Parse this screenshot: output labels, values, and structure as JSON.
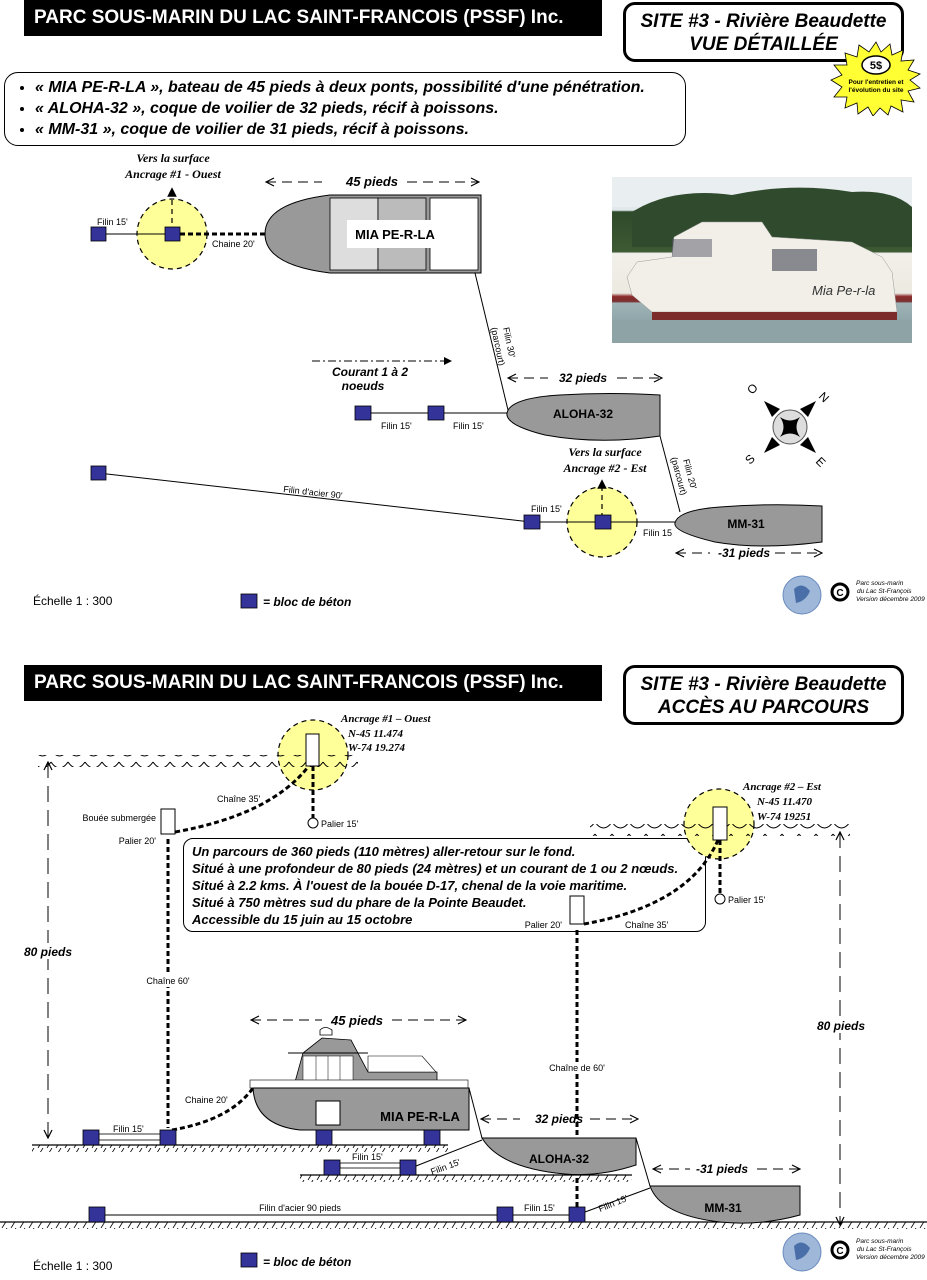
{
  "top": {
    "header_title": "PARC SOUS-MARIN DU LAC SAINT-FRANCOIS (PSSF) Inc.",
    "site_line1": "SITE #3 - Rivière Beaudette",
    "site_line2": "VUE DÉTAILLÉE",
    "badge": {
      "price": "5$",
      "line1": "Pour l'entretien et",
      "line2": "l'évolution du site",
      "color": "#ffff33"
    },
    "bullets": [
      "« MIA PE-R-LA », bateau de 45 pieds à deux ponts, possibilité d'une pénétration.",
      "« ALOHA-32 », coque de voilier de 32 pieds, récif à poissons.",
      "« MM-31 », coque de voilier de 31 pieds, récif à poissons."
    ],
    "anchor1": {
      "line1": "Vers la surface",
      "line2": "Ancrage #1 - Ouest"
    },
    "anchor2": {
      "line1": "Vers la surface",
      "line2": "Ancrage #2 - Est"
    },
    "labels": {
      "filin15_a": "Filin 15'",
      "chaine20": "Chaine 20'",
      "len45": "45 pieds",
      "mia": "MIA PE-R-LA",
      "filin30": "Filin 30'",
      "parcourt": "(parcourt)",
      "courant1": "Courant 1 à 2",
      "courant2": "noeuds",
      "len32": "32 pieds",
      "aloha": "ALOHA-32",
      "filin15_b": "Filin 15'",
      "filin15_c": "Filin 15'",
      "filin20": "Filin 20'",
      "parcourt2": "(parcourt)",
      "filin_acier": "Filin d'acier 90'",
      "filin15_d": "Filin 15'",
      "filin15_e": "Filin 15",
      "mm31": "MM-31",
      "len31": "-31 pieds"
    },
    "compass": {
      "n": "N",
      "e": "E",
      "s": "S",
      "o": "O"
    },
    "scale": "Échelle  1 : 300",
    "legend": "= bloc de béton",
    "photo_caption": "Mia Pe-r-la",
    "credit": [
      "Parc sous-marin",
      "du Lac St-François",
      "Version décembre 2009"
    ]
  },
  "bottom": {
    "header_title": "PARC SOUS-MARIN DU LAC SAINT-FRANCOIS (PSSF) Inc.",
    "site_line1": "SITE #3 - Rivière Beaudette",
    "site_line2": "ACCÈS AU PARCOURS",
    "anchor1": {
      "name": "Ancrage #1 – Ouest",
      "lat": "N-45 11.474",
      "lon": "W-74 19.274"
    },
    "anchor2": {
      "name": "Ancrage #2 – Est",
      "lat": "N-45 11.470",
      "lon": "W-74 19251"
    },
    "info": [
      "Un parcours de 360 pieds (110 mètres) aller-retour sur le fond.",
      "Situé à une profondeur de 80 pieds (24 mètres) et un courant de 1 ou 2 nœuds.",
      "Situé à 2.2 kms. À l'ouest de la bouée D-17, chenal de la voie maritime.",
      "Situé à 750 mètres sud du phare de la Pointe Beaudet.",
      "Accessible du 15 juin au 15 octobre"
    ],
    "labels": {
      "bouee": "Bouée submergée",
      "palier20_a": "Palier 20'",
      "chaine35_a": "Chaîne 35'",
      "palier15_a": "Palier 15'",
      "palier20_b": "Palier 20'",
      "chaine35_b": "Chaîne 35'",
      "palier15_b": "Palier 15'",
      "depth_left": "80 pieds",
      "depth_right": "80 pieds",
      "chaine60": "Chaîne 60'",
      "chaine_de60": "Chaîne de 60'",
      "len45": "45 pieds",
      "chaine20": "Chaine 20'",
      "mia": "MIA PE-R-LA",
      "filin15_a": "Filin 15'",
      "len32": "32 pieds",
      "aloha": "ALOHA-32",
      "filin15_b": "Filin 15'",
      "filin15_c": "Filin 15'",
      "len31": "-31 pieds",
      "mm31": "MM-31",
      "filin_acier": "Filin d'acier 90 pieds",
      "filin15_d": "Filin 15'",
      "filin15_e": "Filin 15'"
    },
    "scale": "Échelle  1 : 300",
    "legend": "= bloc de béton",
    "credit": [
      "Parc sous-marin",
      "du Lac St-François",
      "Version décembre 2009"
    ]
  },
  "colors": {
    "block": "#33339a",
    "anchor_zone": "#ffff99",
    "hull": "#999999",
    "header_bg": "#000000"
  }
}
